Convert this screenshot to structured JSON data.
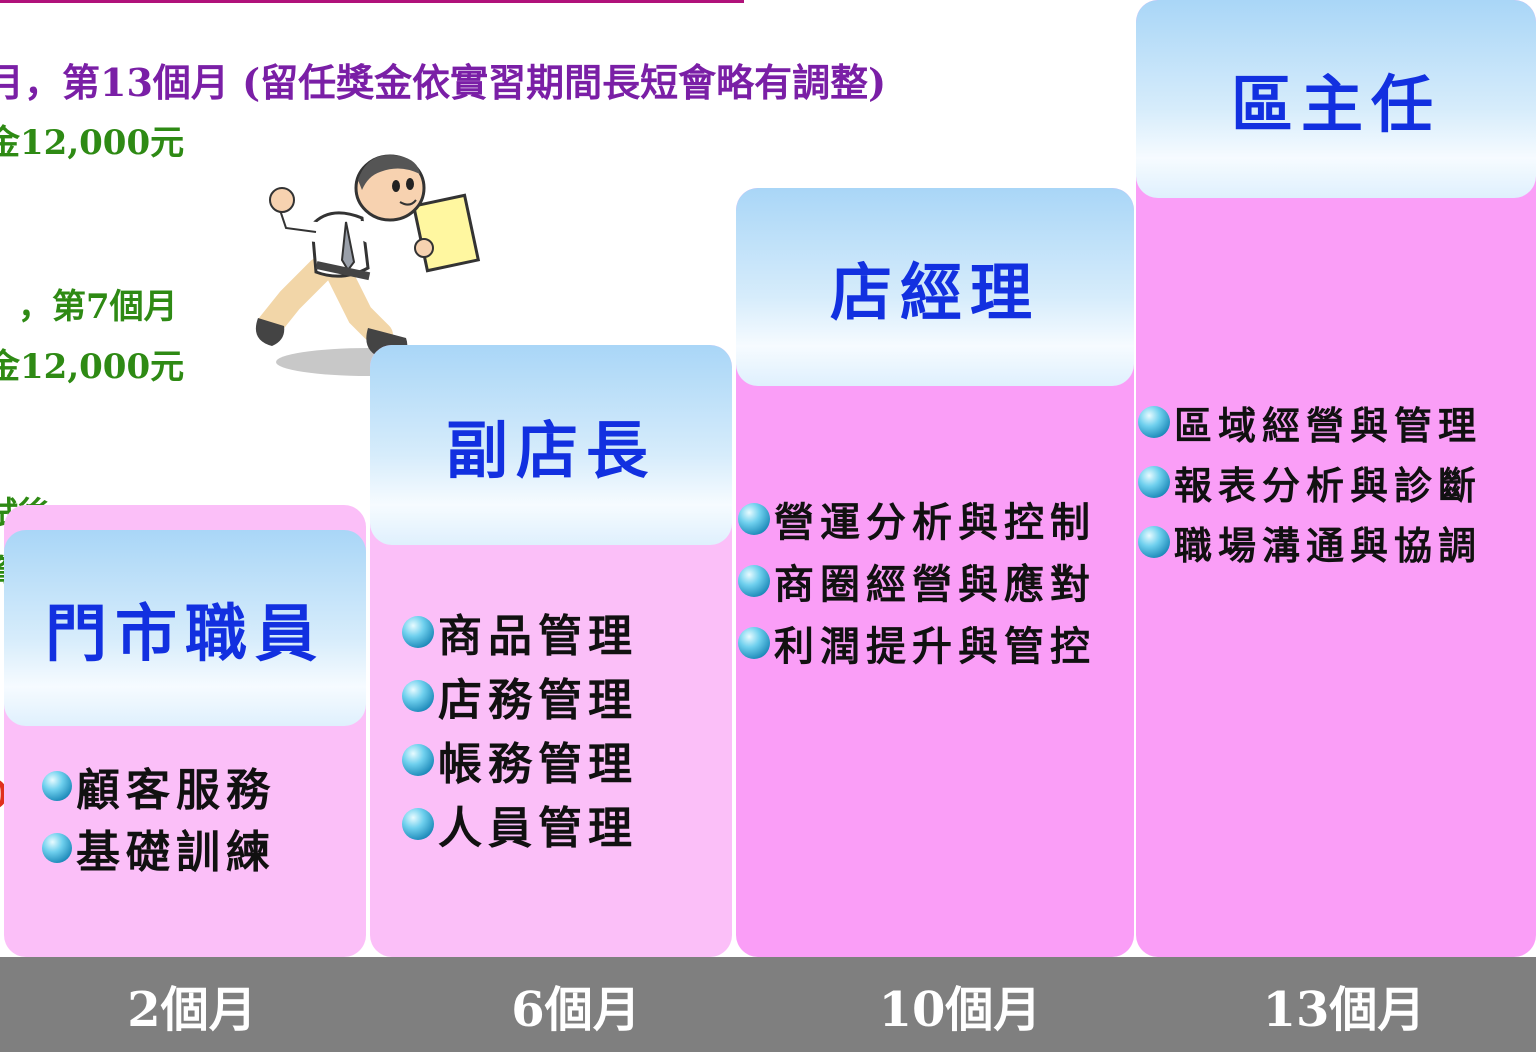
{
  "notes": {
    "line1": "月，第13個月 (留任獎金依實習期間長短會略有調整)",
    "line2": "金12,000元",
    "line3": "，第7個月",
    "line4": "金12,000元",
    "line5": "試後",
    "line6": "資格",
    "line7": ")"
  },
  "columns": [
    {
      "title": "門市職員",
      "items": [
        "顧客服務",
        "基礎訓練"
      ]
    },
    {
      "title": "副店長",
      "items": [
        "商品管理",
        "店務管理",
        "帳務管理",
        "人員管理"
      ]
    },
    {
      "title": "店經理",
      "items": [
        "營運分析與控制",
        "商圈經營與應對",
        "利潤提升與管控"
      ]
    },
    {
      "title": "區主任",
      "items": [
        "區域經營與管理",
        "報表分析與診斷",
        "職場溝通與協調"
      ]
    }
  ],
  "footer": [
    "2個月",
    "6個月",
    "10個月",
    "13個月"
  ],
  "colors": {
    "title_blue": "#1230e0",
    "pink_light": "#fbbff8",
    "pink_dark": "#fa9ef7",
    "footer_gray": "#7f7f7f",
    "note_purple": "#7a1fa6",
    "note_green": "#2e8a14"
  }
}
